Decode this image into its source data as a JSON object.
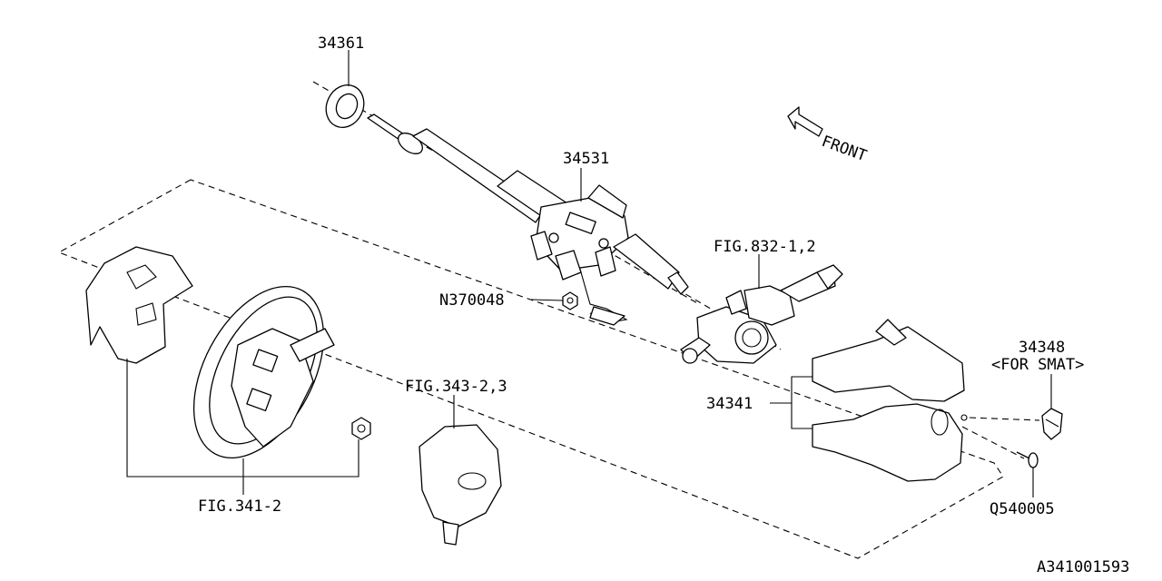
{
  "labels": {
    "p34361": "34361",
    "p34531": "34531",
    "fig832": "FIG.832-1,2",
    "n370048": "N370048",
    "p34348": "34348",
    "for_smat": "<FOR SMAT>",
    "p34341": "34341",
    "fig343": "FIG.343-2,3",
    "fig341": "FIG.341-2",
    "q540005": "Q540005",
    "front": "FRONT",
    "diagram_id": "A341001593"
  }
}
